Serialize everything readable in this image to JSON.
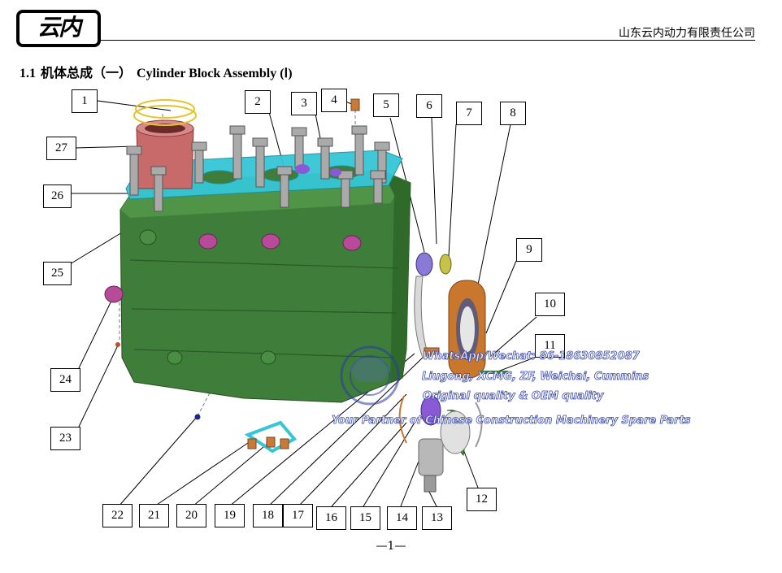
{
  "header": {
    "logo_text": "云内",
    "company": "山东云内动力有限责任公司"
  },
  "section": {
    "number": "1.1",
    "cn_title": "机体总成（一）",
    "en_title": "Cylinder Block Assembly (Ⅰ)"
  },
  "callouts": [
    "1",
    "2",
    "3",
    "4",
    "5",
    "6",
    "7",
    "8",
    "9",
    "10",
    "11",
    "12",
    "13",
    "14",
    "15",
    "16",
    "17",
    "18",
    "19",
    "20",
    "21",
    "22",
    "23",
    "24",
    "25",
    "26",
    "27"
  ],
  "watermark": {
    "line1": "WhatsApp/Wechat: 86-18630852087",
    "line2": "Liugong, XCMG, ZF, Weichai, Cummins",
    "line3": "Original quality & OEM quality",
    "line4": "Your Partner of Chinese Construction Machinery Spare Parts"
  },
  "page_number": "—1—",
  "colors": {
    "block": "#3f7d3a",
    "gasket": "#35c6d6",
    "liner": "#c96a6a",
    "cover": "#c9772c",
    "seal": "#8a5ad6",
    "watermark": "#3a4aa8"
  }
}
